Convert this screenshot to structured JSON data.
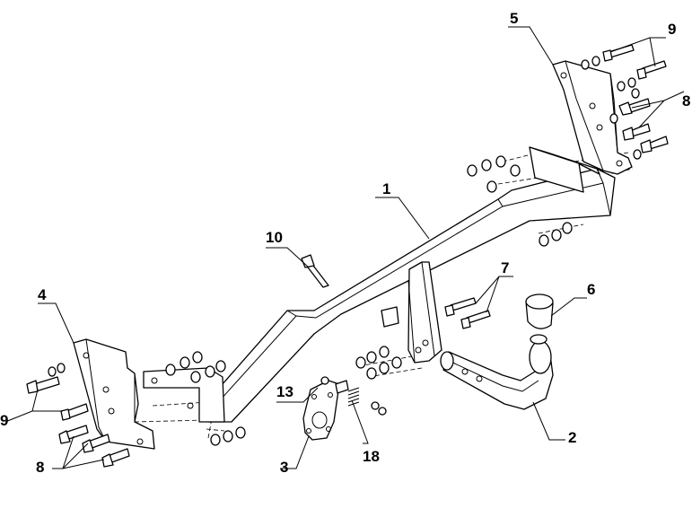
{
  "diagram": {
    "callouts": [
      {
        "id": "1",
        "text": "1"
      },
      {
        "id": "2",
        "text": "2"
      },
      {
        "id": "3",
        "text": "3"
      },
      {
        "id": "4",
        "text": "4"
      },
      {
        "id": "5",
        "text": "5"
      },
      {
        "id": "6",
        "text": "6"
      },
      {
        "id": "7",
        "text": "7"
      },
      {
        "id": "8-left",
        "text": "8"
      },
      {
        "id": "8-right",
        "text": "8"
      },
      {
        "id": "9-left",
        "text": "9"
      },
      {
        "id": "9-right",
        "text": "9"
      },
      {
        "id": "10",
        "text": "10"
      },
      {
        "id": "13",
        "text": "13"
      },
      {
        "id": "18",
        "text": "18"
      }
    ],
    "colors": {
      "ink": "#000000",
      "paper": "#ffffff"
    }
  }
}
